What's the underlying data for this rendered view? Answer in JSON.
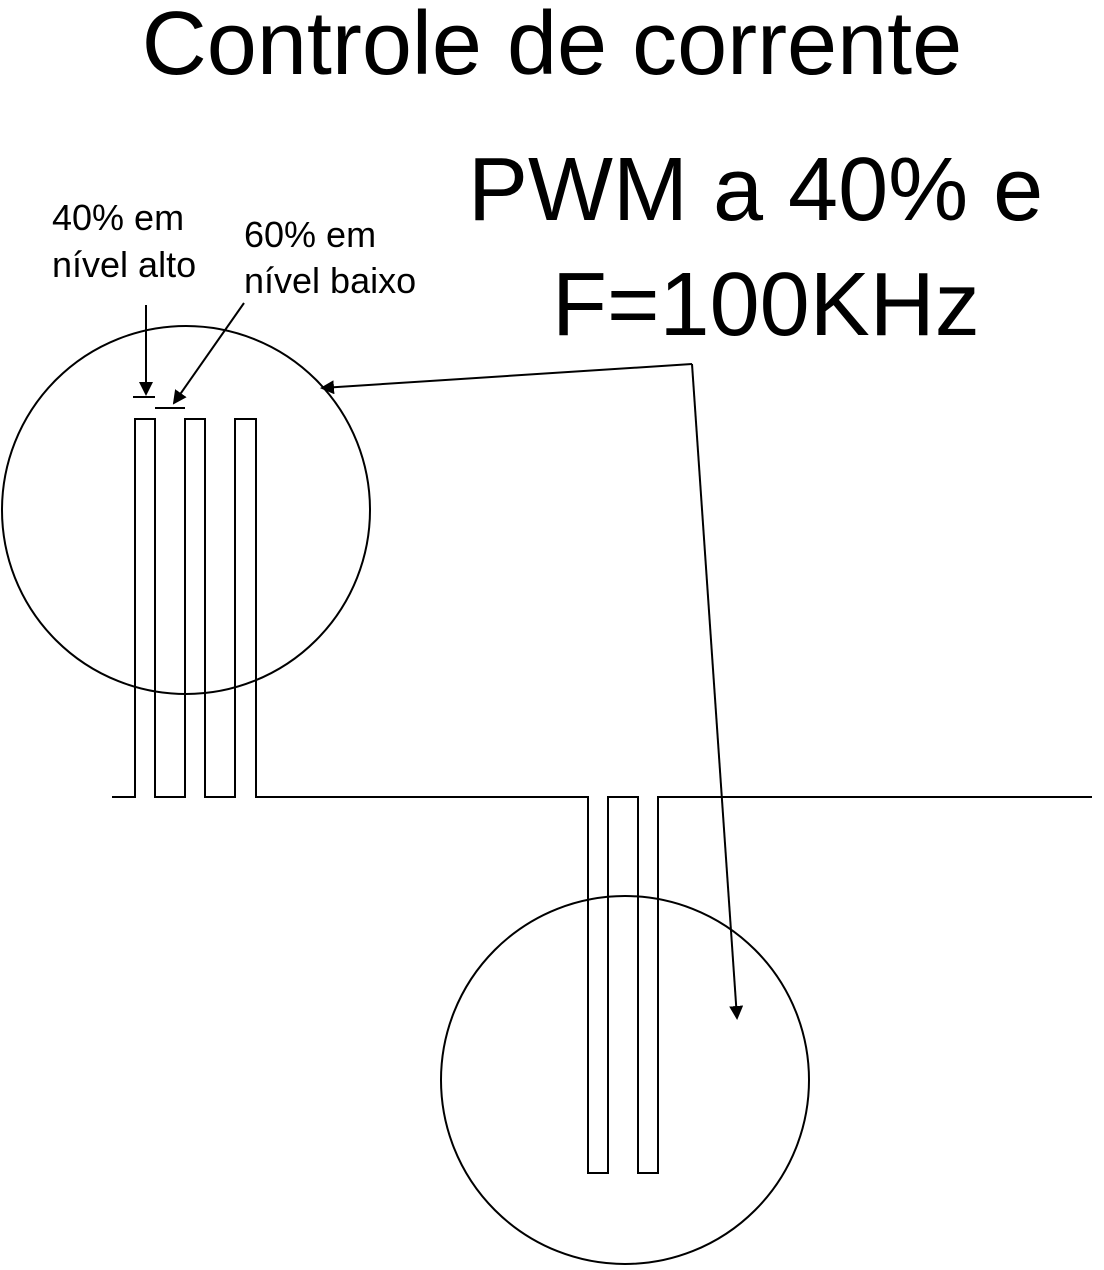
{
  "title": "Controle de corrente",
  "pwm_label": {
    "line1": "PWM a 40% e",
    "line2": "F=100KHz"
  },
  "annotations": {
    "high_level": {
      "line1": "40% em",
      "line2": "nível alto"
    },
    "low_level": {
      "line1": "60% em",
      "line2": "nível baixo"
    }
  },
  "colors": {
    "stroke": "#000000",
    "background": "#ffffff"
  }
}
